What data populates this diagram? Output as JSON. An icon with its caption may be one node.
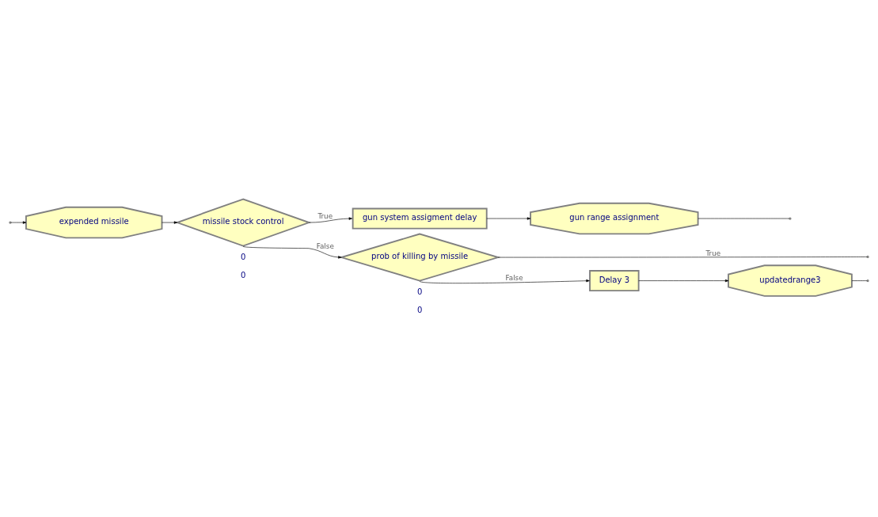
{
  "diagram": {
    "nodes": [
      {
        "text": [
          "expended missile"
        ]
      },
      {
        "text": [
          "missile stock control"
        ],
        "beside": [
          "0",
          "0"
        ]
      },
      {
        "text": [
          "gun system assigment delay"
        ]
      },
      {
        "text": [
          "gun range assignment"
        ]
      },
      {
        "text": [
          "prob of killing by missile"
        ],
        "beside": [
          "0",
          "0"
        ]
      },
      {
        "text": [
          "Delay 3"
        ]
      },
      {
        "text": [
          "updatedrange3"
        ]
      }
    ],
    "edges": [
      {
        "from": null,
        "to": 0,
        "arrow": "to"
      },
      {
        "from": 0,
        "to": 1,
        "arrow": "to"
      },
      {
        "from": 1,
        "to": 2,
        "arrow": "to",
        "label": "True"
      },
      {
        "from": 2,
        "to": 3,
        "arrow": "to"
      },
      {
        "from": 3,
        "to": null,
        "arrow": "none"
      },
      {
        "from": 1,
        "to": 4,
        "arrow": "to",
        "label": "False"
      },
      {
        "from": 4,
        "to": null,
        "arrow": "none",
        "label": "True"
      },
      {
        "from": 4,
        "to": 5,
        "arrow": "to",
        "label": "False"
      },
      {
        "from": 5,
        "to": 6,
        "arrow": "to"
      },
      {
        "from": 6,
        "to": null,
        "arrow": "none"
      }
    ]
  }
}
